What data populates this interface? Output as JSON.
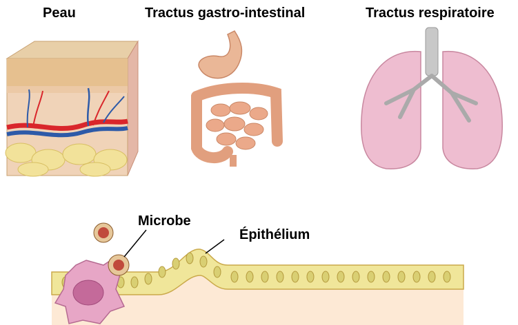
{
  "labels": {
    "skin": "Peau",
    "gut": "Tractus gastro-intestinal",
    "respiratory": "Tractus respiratoire",
    "microbe": "Microbe",
    "epithelium": "Épithélium"
  },
  "colors": {
    "skin_top": "#e7c9a0",
    "skin_layer": "#f0d3b8",
    "fat": "#f2e29a",
    "blood_red": "#d9262b",
    "blood_blue": "#2d5aa8",
    "gut": "#e6a385",
    "lung": "#eebdd0",
    "trachea": "#c8c8c8",
    "epithelial_cell": "#f0e69a",
    "nucleus": "#d9cf73",
    "tissue": "#fde9d5",
    "immune_cell": "#c46a9a",
    "microbe": "#c04a3c"
  }
}
